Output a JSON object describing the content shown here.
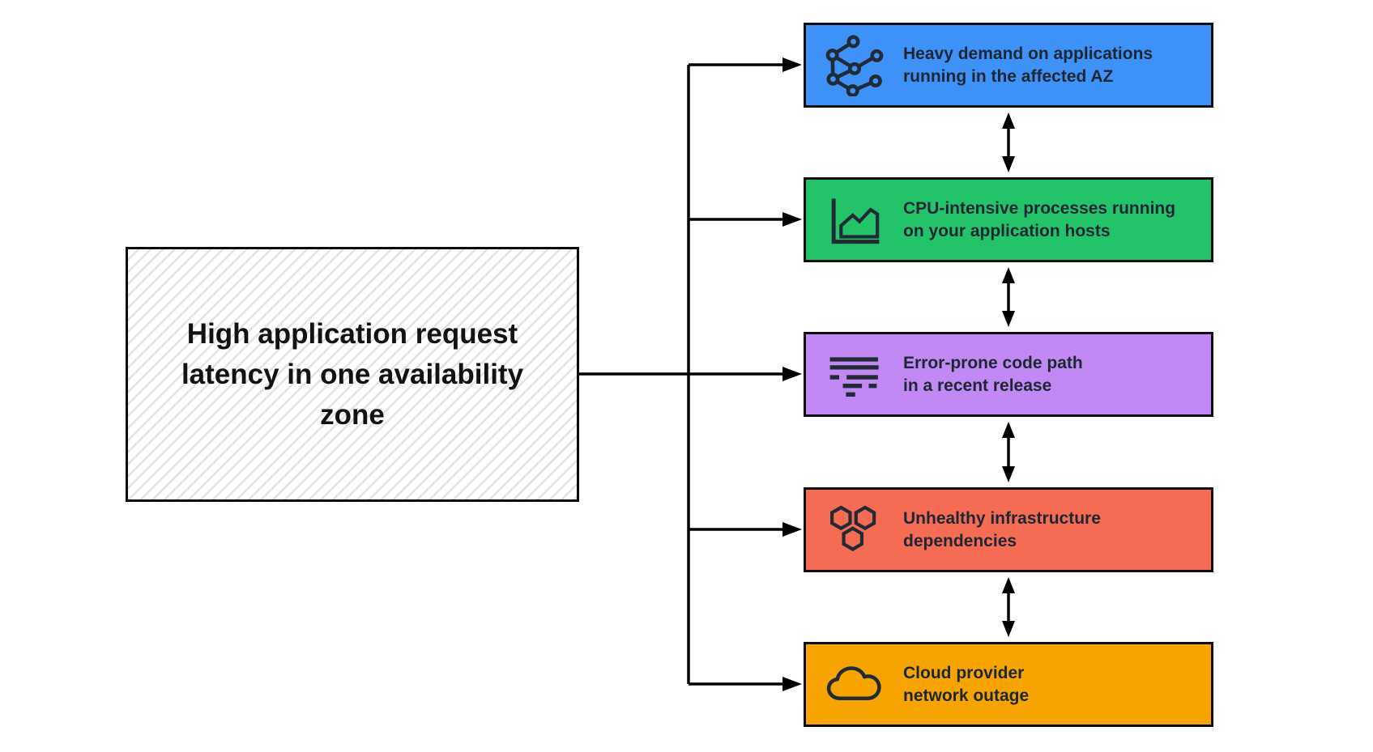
{
  "diagram": {
    "title_hint": "Root-cause hypothesis diagram",
    "root_cause": {
      "text": "High application request latency in one availability zone"
    },
    "hypotheses": [
      {
        "line1": "Heavy demand on applications",
        "line2": "running in the affected AZ",
        "color": "#3e92f7",
        "icon": "network-graph"
      },
      {
        "line1": "CPU-intensive processes running",
        "line2": "on your application hosts",
        "color": "#23c36a",
        "icon": "area-chart"
      },
      {
        "line1": "Error-prone code path",
        "line2": "in a recent release",
        "color": "#c289f4",
        "icon": "log-lines"
      },
      {
        "line1": "Unhealthy infrastructure",
        "line2": "dependencies",
        "color": "#f56b53",
        "icon": "hexagons"
      },
      {
        "line1": "Cloud provider",
        "line2": "network outage",
        "color": "#f8a400",
        "icon": "cloud"
      }
    ],
    "colors": {
      "box_border": "#0d0d0d",
      "arrow": "#000000",
      "dark_text": "#1c2733",
      "icon_stroke": "#202b36",
      "hatch_line": "#e2e2e2"
    }
  }
}
